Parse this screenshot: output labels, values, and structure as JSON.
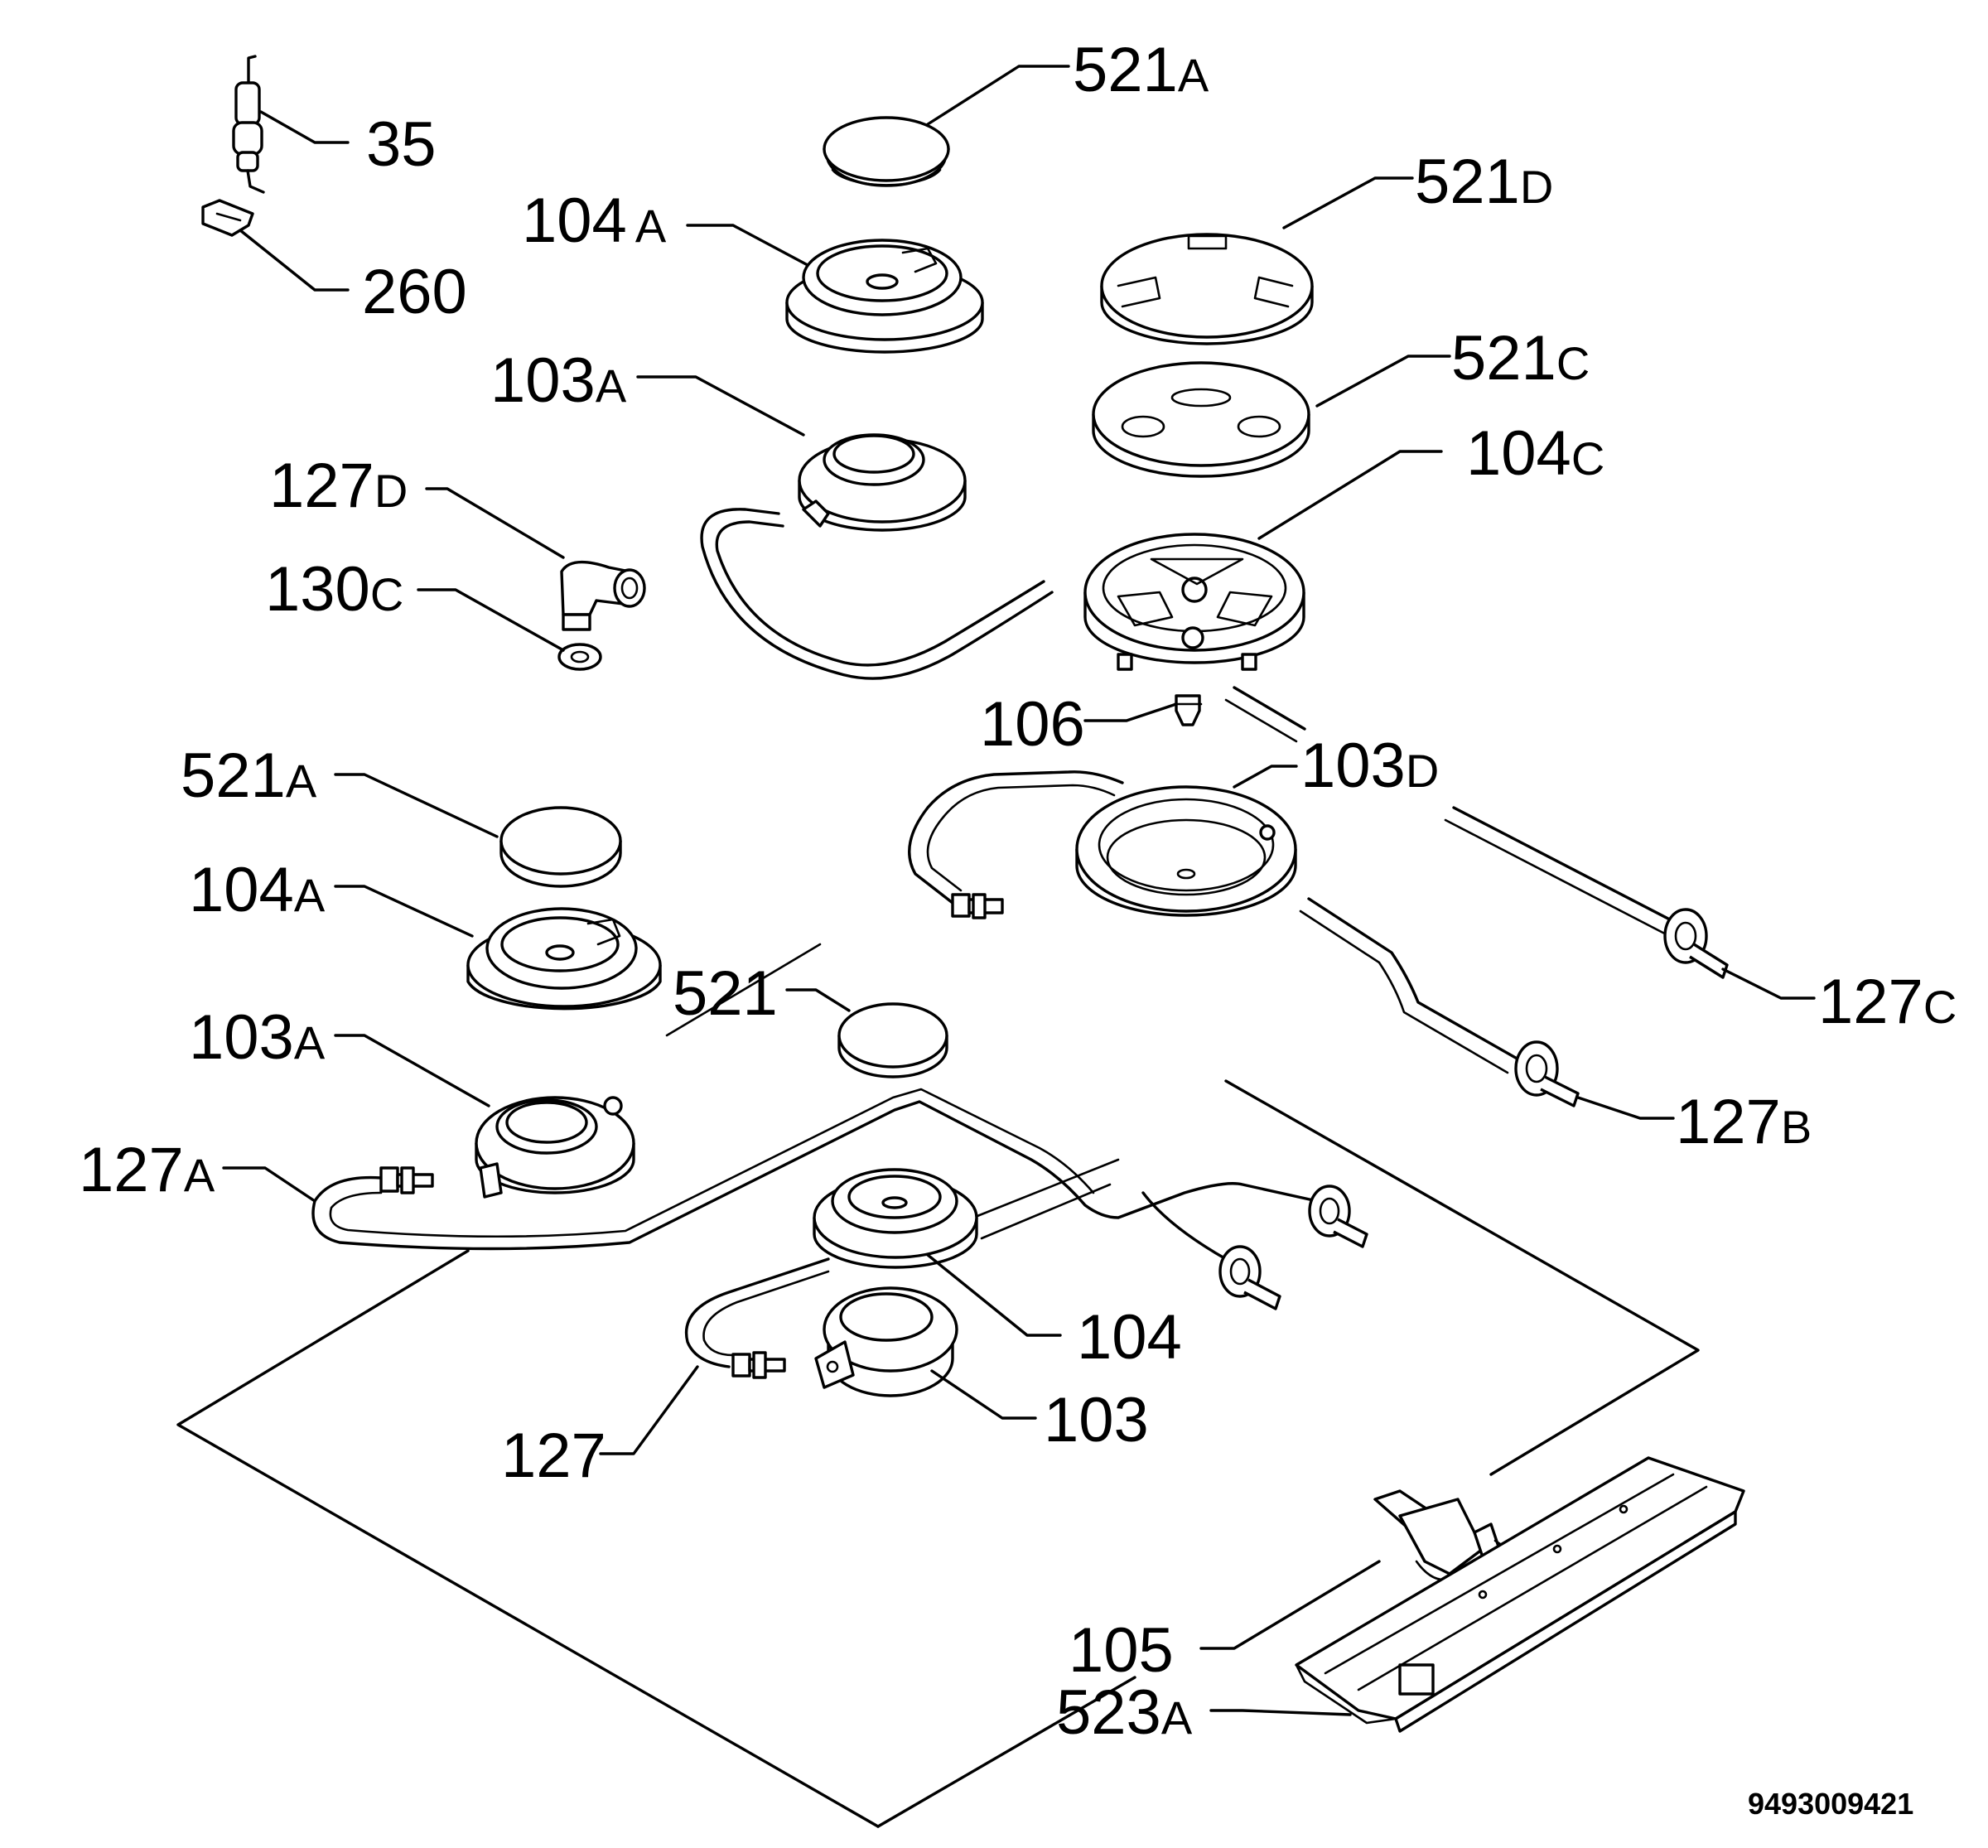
{
  "diagram": {
    "labels": [
      {
        "id": "lbl-521a-top",
        "num": "521",
        "suffix": "A"
      },
      {
        "id": "lbl-35",
        "num": "35",
        "suffix": ""
      },
      {
        "id": "lbl-104a-top",
        "num": "104",
        "suffix": "A"
      },
      {
        "id": "lbl-260",
        "num": "260",
        "suffix": ""
      },
      {
        "id": "lbl-521d",
        "num": "521",
        "suffix": "D"
      },
      {
        "id": "lbl-103a-top",
        "num": "103",
        "suffix": "A"
      },
      {
        "id": "lbl-521c",
        "num": "521",
        "suffix": "C"
      },
      {
        "id": "lbl-104c",
        "num": "104",
        "suffix": "C"
      },
      {
        "id": "lbl-127d",
        "num": "127",
        "suffix": "D"
      },
      {
        "id": "lbl-130c",
        "num": "130",
        "suffix": "C"
      },
      {
        "id": "lbl-106",
        "num": "106",
        "suffix": ""
      },
      {
        "id": "lbl-103d",
        "num": "103",
        "suffix": "D"
      },
      {
        "id": "lbl-521a-mid",
        "num": "521",
        "suffix": "A"
      },
      {
        "id": "lbl-104a-mid",
        "num": "104",
        "suffix": "A"
      },
      {
        "id": "lbl-521",
        "num": "521",
        "suffix": ""
      },
      {
        "id": "lbl-127c",
        "num": "127",
        "suffix": "C"
      },
      {
        "id": "lbl-103a-mid",
        "num": "103",
        "suffix": "A"
      },
      {
        "id": "lbl-127b",
        "num": "127",
        "suffix": "B"
      },
      {
        "id": "lbl-127a",
        "num": "127",
        "suffix": "A"
      },
      {
        "id": "lbl-104",
        "num": "104",
        "suffix": ""
      },
      {
        "id": "lbl-103",
        "num": "103",
        "suffix": ""
      },
      {
        "id": "lbl-127",
        "num": "127",
        "suffix": ""
      },
      {
        "id": "lbl-105",
        "num": "105",
        "suffix": ""
      },
      {
        "id": "lbl-523a",
        "num": "523",
        "suffix": "A"
      }
    ],
    "drawing_code": "9493009421"
  }
}
